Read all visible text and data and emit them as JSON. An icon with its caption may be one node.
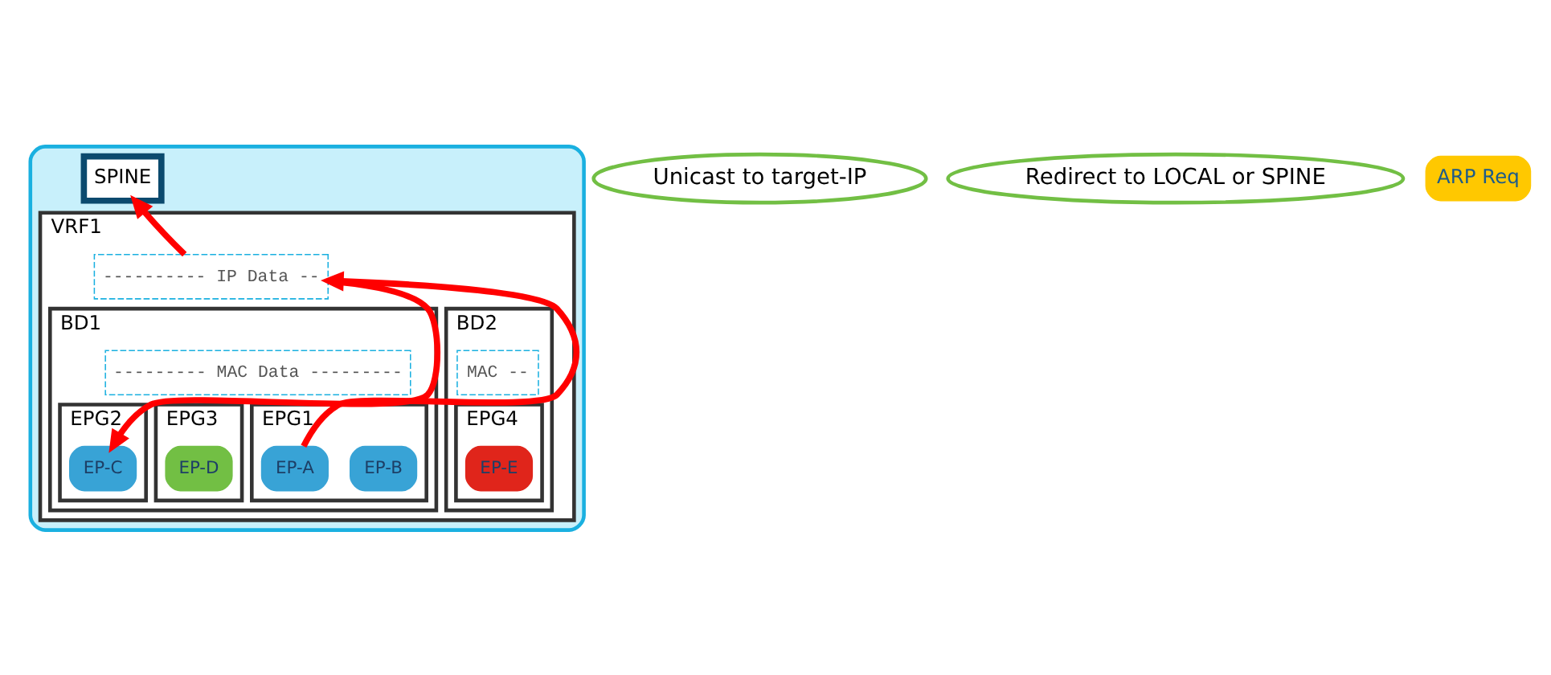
{
  "diagram": {
    "nodes": [
      {
        "text": [],
        "shape": "box"
      },
      {
        "text": [
          "SPINE"
        ],
        "in": 0
      },
      {
        "text": [
          "VRF1"
        ],
        "in": 0
      },
      {
        "text": [
          "---------- IP Data --"
        ],
        "in": 2
      },
      {
        "text": [
          "BD1"
        ],
        "in": 2
      },
      {
        "text": [
          "--------- MAC Data ---------"
        ],
        "in": 4
      },
      {
        "text": [
          "EPG1"
        ],
        "in": 4
      },
      {
        "text": [
          "EP-A"
        ],
        "in": 6
      },
      {
        "text": [
          "EP-B"
        ],
        "in": 6
      },
      {
        "text": [
          "EPG2"
        ],
        "in": 4
      },
      {
        "text": [
          "EP-C"
        ],
        "in": 9
      },
      {
        "text": [
          "EPG3"
        ],
        "in": 4
      },
      {
        "text": [
          "EP-D"
        ],
        "in": 11
      },
      {
        "text": [
          "BD2"
        ],
        "in": 2
      },
      {
        "text": [
          "MAC --"
        ],
        "in": 13
      },
      {
        "text": [
          "EPG4"
        ],
        "in": 13
      },
      {
        "text": [
          "EP-E"
        ],
        "in": 15
      },
      {
        "text": [
          "Unicast to target-IP"
        ]
      },
      {
        "text": [
          "Redirect to LOCAL or SPINE"
        ]
      },
      {
        "text": [
          "ARP Req"
        ]
      }
    ],
    "edges": [
      {
        "from": 7,
        "to": 3,
        "arrow": "to"
      },
      {
        "from": 3,
        "to": 1,
        "arrow": "to"
      },
      {
        "from": 3,
        "to": 10,
        "arrow": "to"
      }
    ]
  }
}
